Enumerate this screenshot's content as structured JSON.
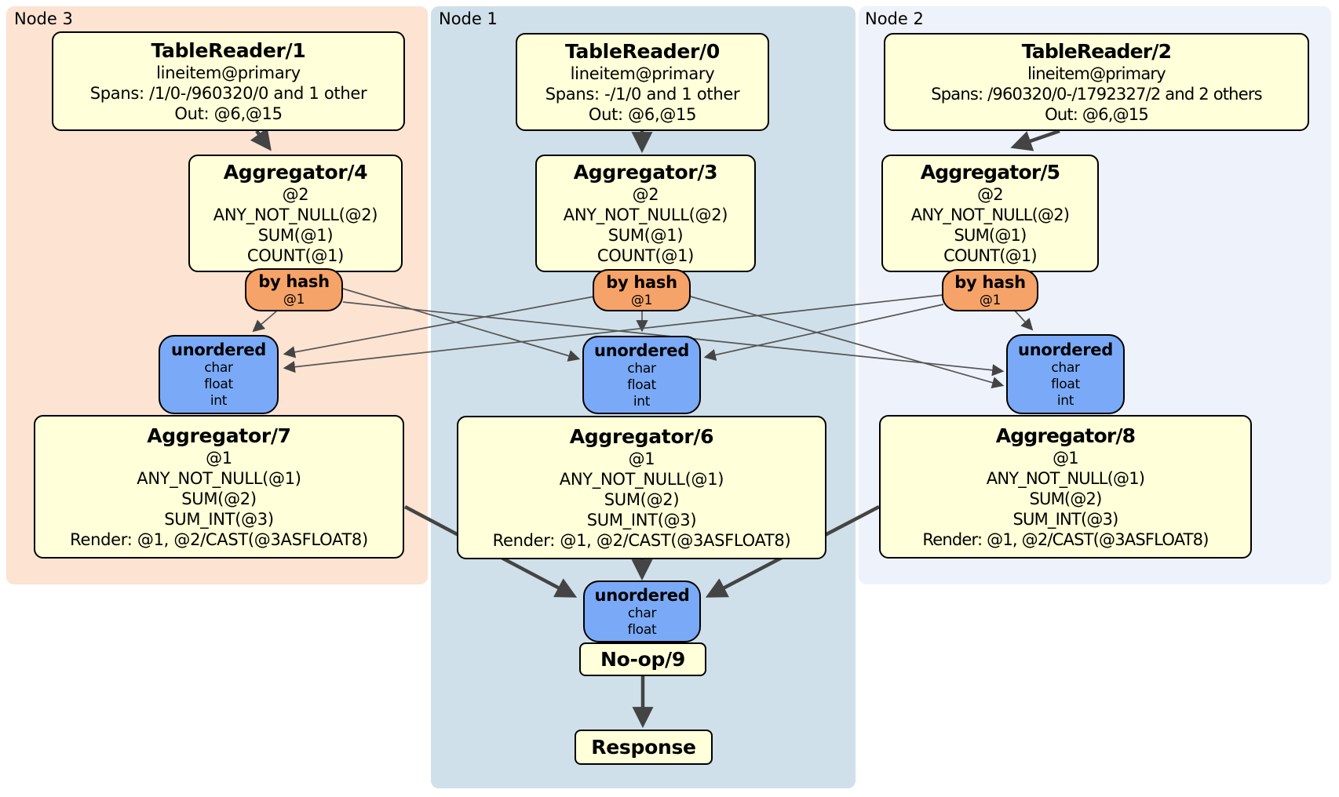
{
  "nodes": [
    {
      "region_label": "Node 3",
      "table_reader": {
        "title": "TableReader/1",
        "index": "lineitem@primary",
        "spans": "Spans: /1/0-/960320/0 and 1 other",
        "out": "Out: @6,@15"
      },
      "top_aggregator": {
        "title": "Aggregator/4",
        "group_key": "@2",
        "aggs": [
          "ANY_NOT_NULL(@2)",
          "SUM(@1)",
          "COUNT(@1)"
        ]
      },
      "router": {
        "title": "by hash",
        "key": "@1"
      },
      "stream_sync": {
        "title": "unordered",
        "columns": [
          "char",
          "float",
          "int"
        ]
      },
      "final_aggregator": {
        "title": "Aggregator/7",
        "group_key": "@1",
        "aggs": [
          "ANY_NOT_NULL(@1)",
          "SUM(@2)",
          "SUM_INT(@3)"
        ],
        "render": "Render: @1, @2/CAST(@3ASFLOAT8)"
      }
    },
    {
      "region_label": "Node 1",
      "table_reader": {
        "title": "TableReader/0",
        "index": "lineitem@primary",
        "spans": "Spans: -/1/0 and 1 other",
        "out": "Out: @6,@15"
      },
      "top_aggregator": {
        "title": "Aggregator/3",
        "group_key": "@2",
        "aggs": [
          "ANY_NOT_NULL(@2)",
          "SUM(@1)",
          "COUNT(@1)"
        ]
      },
      "router": {
        "title": "by hash",
        "key": "@1"
      },
      "stream_sync": {
        "title": "unordered",
        "columns": [
          "char",
          "float",
          "int"
        ]
      },
      "final_aggregator": {
        "title": "Aggregator/6",
        "group_key": "@1",
        "aggs": [
          "ANY_NOT_NULL(@1)",
          "SUM(@2)",
          "SUM_INT(@3)"
        ],
        "render": "Render: @1, @2/CAST(@3ASFLOAT8)"
      }
    },
    {
      "region_label": "Node 2",
      "table_reader": {
        "title": "TableReader/2",
        "index": "lineitem@primary",
        "spans": "Spans: /960320/0-/1792327/2 and 2 others",
        "out": "Out: @6,@15"
      },
      "top_aggregator": {
        "title": "Aggregator/5",
        "group_key": "@2",
        "aggs": [
          "ANY_NOT_NULL(@2)",
          "SUM(@1)",
          "COUNT(@1)"
        ]
      },
      "router": {
        "title": "by hash",
        "key": "@1"
      },
      "stream_sync": {
        "title": "unordered",
        "columns": [
          "char",
          "float",
          "int"
        ]
      },
      "final_aggregator": {
        "title": "Aggregator/8",
        "group_key": "@1",
        "aggs": [
          "ANY_NOT_NULL(@1)",
          "SUM(@2)",
          "SUM_INT(@3)"
        ],
        "render": "Render: @1, @2/CAST(@3ASFLOAT8)"
      }
    }
  ],
  "output_stage": {
    "stream_sync": {
      "title": "unordered",
      "columns": [
        "char",
        "float"
      ]
    },
    "noop": {
      "title": "No-op/9"
    },
    "response": {
      "title": "Response"
    }
  },
  "colors": {
    "node3_bg": "#fce3d2",
    "node1_bg": "#cfe0ea",
    "node2_bg": "#eef2fb",
    "processor_fill": "#ffffd9",
    "router_fill": "#f5a368",
    "sync_fill": "#7aaaf7",
    "edge": "#444444"
  }
}
